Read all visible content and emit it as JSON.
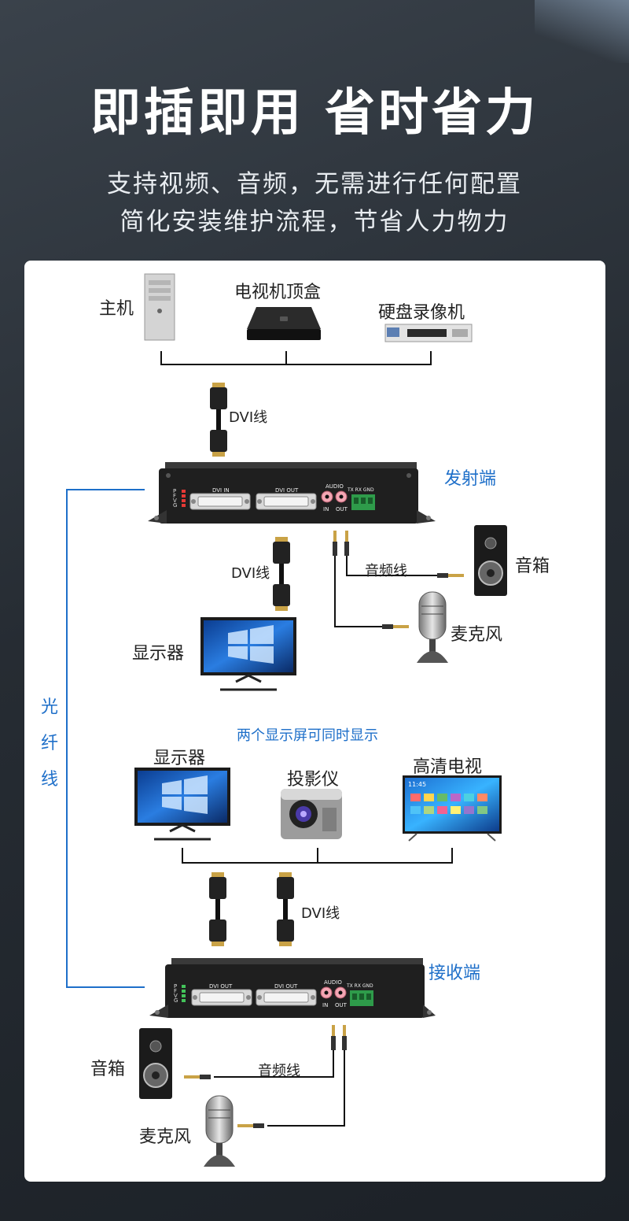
{
  "header": {
    "title": "即插即用 省时省力",
    "subtitle_line1": "支持视频、音频，无需进行任何配置",
    "subtitle_line2": "简化安装维护流程，节省人力物力"
  },
  "sources": {
    "host": "主机",
    "stb": "电视机顶盒",
    "nvr": "硬盘录像机"
  },
  "cables": {
    "dvi_top": "DVI线",
    "dvi_mid": "DVI线",
    "dvi_bottom": "DVI线",
    "audio_top": "音频线",
    "audio_bottom": "音频线"
  },
  "transmitter": {
    "label": "发射端",
    "panel": {
      "leds": "P\nF\nV\nG",
      "port1": "DVI IN",
      "port2": "DVI OUT",
      "audio": "AUDIO",
      "audio_in": "IN",
      "audio_out": "OUT",
      "serial": "TX RX GND"
    }
  },
  "receiver": {
    "label": "接收端",
    "panel": {
      "leds": "P\nF\nV\nG",
      "port1": "DVI OUT",
      "port2": "DVI OUT",
      "audio": "AUDIO",
      "audio_in": "IN",
      "audio_out": "OUT",
      "serial": "TX RX GND"
    }
  },
  "tx_side": {
    "speaker": "音箱",
    "mic": "麦克风",
    "monitor": "显示器"
  },
  "fiber": {
    "c1": "光",
    "c2": "纤",
    "c3": "线"
  },
  "rx_side": {
    "note": "两个显示屏可同时显示",
    "monitor": "显示器",
    "projector": "投影仪",
    "hdtv": "高清电视",
    "tv_time": "11:45",
    "speaker": "音箱",
    "mic": "麦克风"
  },
  "colors": {
    "accent": "#1e6fc9",
    "device": "#2a2a2a",
    "card": "#ffffff"
  }
}
